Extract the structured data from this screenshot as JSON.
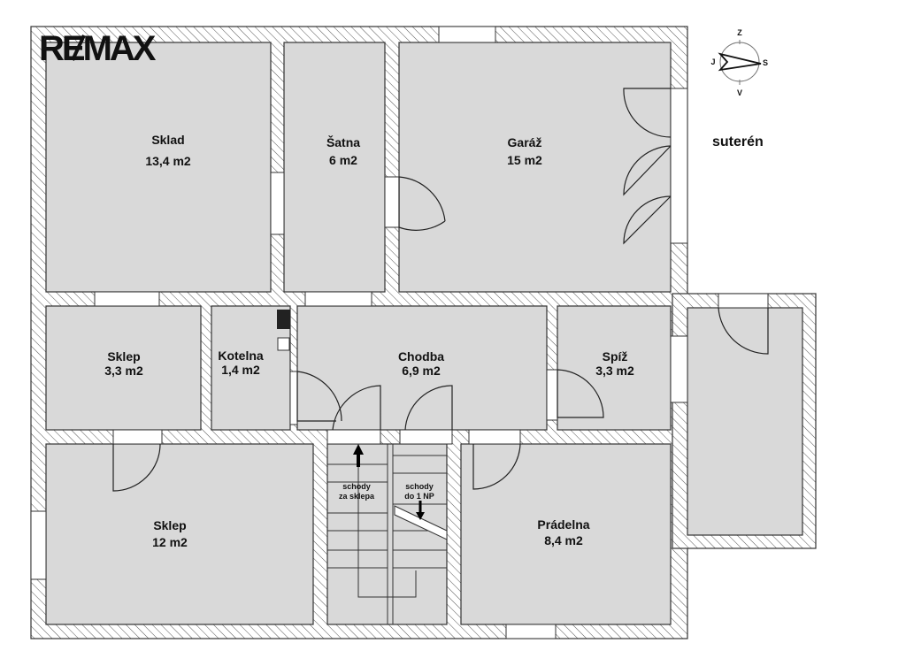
{
  "logo": "RE/MAX",
  "floor_label": "suterén",
  "compass": {
    "north": "Z",
    "west": "J",
    "east": "S",
    "south": "V"
  },
  "rooms": {
    "sklad": {
      "name": "Sklad",
      "area": "13,4 m2"
    },
    "satna": {
      "name": "Šatna",
      "area": "6 m2"
    },
    "garaz": {
      "name": "Garáž",
      "area": "15 m2"
    },
    "sklep_small": {
      "name": "Sklep",
      "area": "3,3 m2"
    },
    "kotelna": {
      "name": "Kotelna",
      "area": "1,4 m2"
    },
    "chodba": {
      "name": "Chodba",
      "area": "6,9 m2"
    },
    "spiz": {
      "name": "Spíž",
      "area": "3,3 m2"
    },
    "sklep_big": {
      "name": "Sklep",
      "area": "12 m2"
    },
    "pradelna": {
      "name": "Prádelna",
      "area": "8,4 m2"
    }
  },
  "stairs": {
    "down": [
      "schody",
      "za sklepa"
    ],
    "up": [
      "schody",
      "do 1 NP"
    ]
  }
}
